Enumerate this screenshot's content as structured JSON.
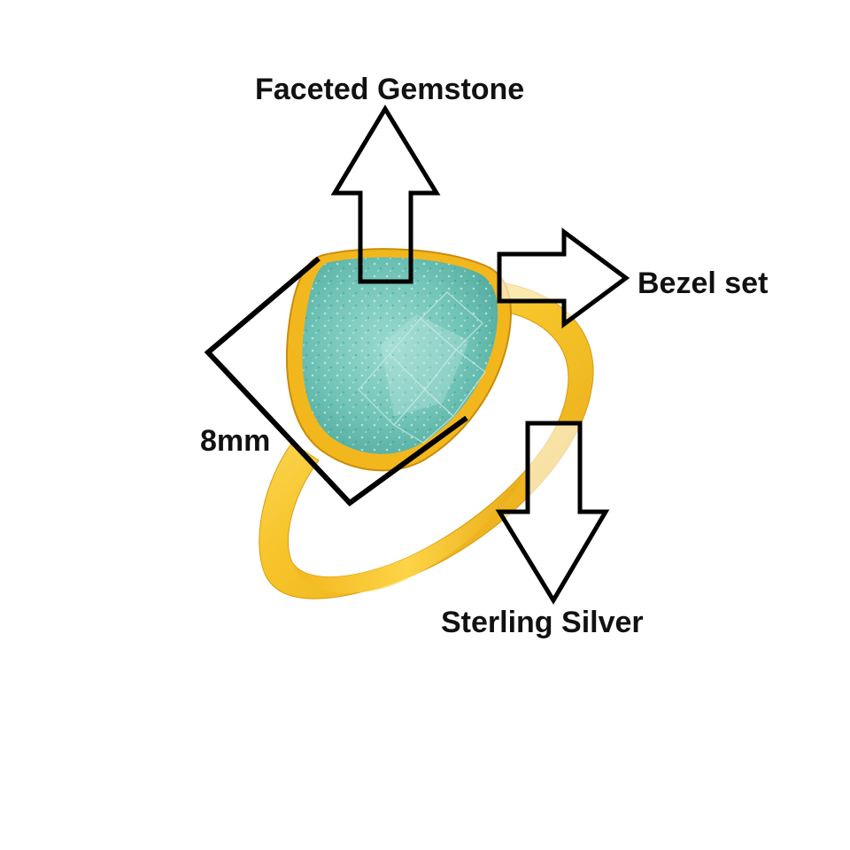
{
  "annotations": {
    "gemstone": "Faceted Gemstone",
    "bezel": "Bezel set",
    "metal": "Sterling Silver",
    "size": "8mm"
  },
  "colors": {
    "gold_light": "#ffe06a",
    "gold_mid": "#f5c024",
    "gold_dark": "#d99a10",
    "stone_light": "#a6ddd4",
    "stone_mid": "#6cc0b3",
    "stone_dark": "#3f9d93",
    "outline": "#000000"
  }
}
